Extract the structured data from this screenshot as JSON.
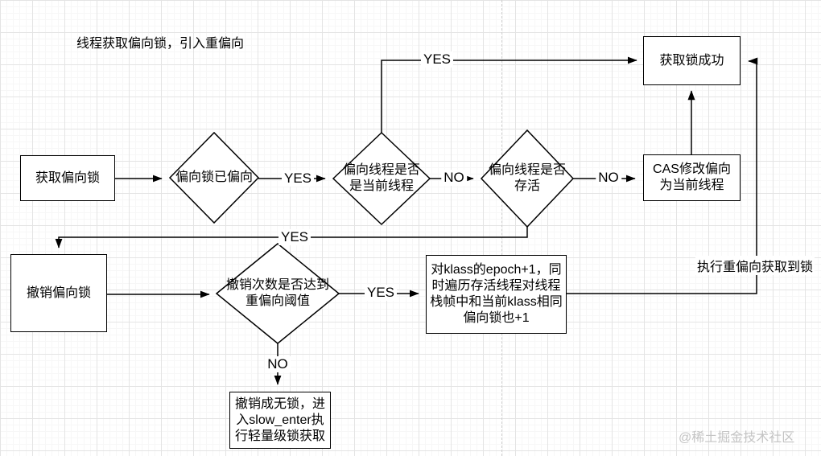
{
  "title": "线程获取偏向锁，引入重偏向",
  "watermark": "@稀土掘金技术社区",
  "colors": {
    "line": "#000000",
    "node_fill": "#ffffff",
    "grid_major": "#e4e4e4",
    "grid_minor": "#f7f7f7",
    "page_divider": "#cfcfcf",
    "watermark": "#c4c4c4"
  },
  "nodes": {
    "acquire_biased_lock": "获取偏向锁",
    "lock_already_biased": "偏向锁已偏向",
    "bias_thread_is_current": "偏向线程是否是当前线程",
    "bias_thread_alive": "偏向线程是否存活",
    "cas_rebias": "CAS修改偏向为当前线程",
    "lock_acquired": "获取锁成功",
    "revoke_bias": "撤销偏向锁",
    "revoke_count_threshold": "撤销次数是否达到重偏向阈值",
    "epoch_increment": "对klass的epoch+1，同时遍历存活线程对线程栈帧中和当前klass相同偏向锁也+1",
    "revoke_to_lightweight": "撤销成无锁，进入slow_enter执行轻量级锁获取"
  },
  "edge_labels": {
    "biased_yes": "YES",
    "current_thread_yes": "YES",
    "current_thread_no": "NO",
    "alive_no": "NO",
    "alive_yes": "YES",
    "threshold_yes": "YES",
    "threshold_no": "NO"
  },
  "annotations": {
    "rebias_path": "执行重偏向获取到锁"
  }
}
